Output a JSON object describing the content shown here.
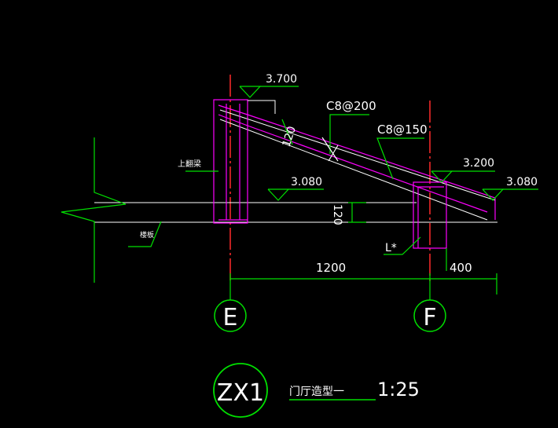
{
  "drawing": {
    "elevations": {
      "top": "3.700",
      "right_top": "3.200",
      "right_end": "3.080",
      "middle": "3.080"
    },
    "rebar": {
      "label_1": "C8@200",
      "label_2": "C8@150"
    },
    "dimensions": {
      "slab_thickness_1": "120",
      "slab_thickness_2": "120",
      "span": "1200",
      "column_width": "400"
    },
    "labels": {
      "upper_beam": "上翻梁",
      "left_beam": "楼板",
      "reinforcement": "L*"
    },
    "axes": {
      "axis_e": "E",
      "axis_f": "F"
    },
    "title_block": {
      "detail_id": "ZX1",
      "title": "门厅造型一",
      "scale": "1:25"
    },
    "colors": {
      "background": "#000000",
      "axis_line": "#ff0000",
      "dimension": "#00ff00",
      "structure": "#ff00ff",
      "text": "#ffffff",
      "slab": "#ffffff"
    }
  }
}
